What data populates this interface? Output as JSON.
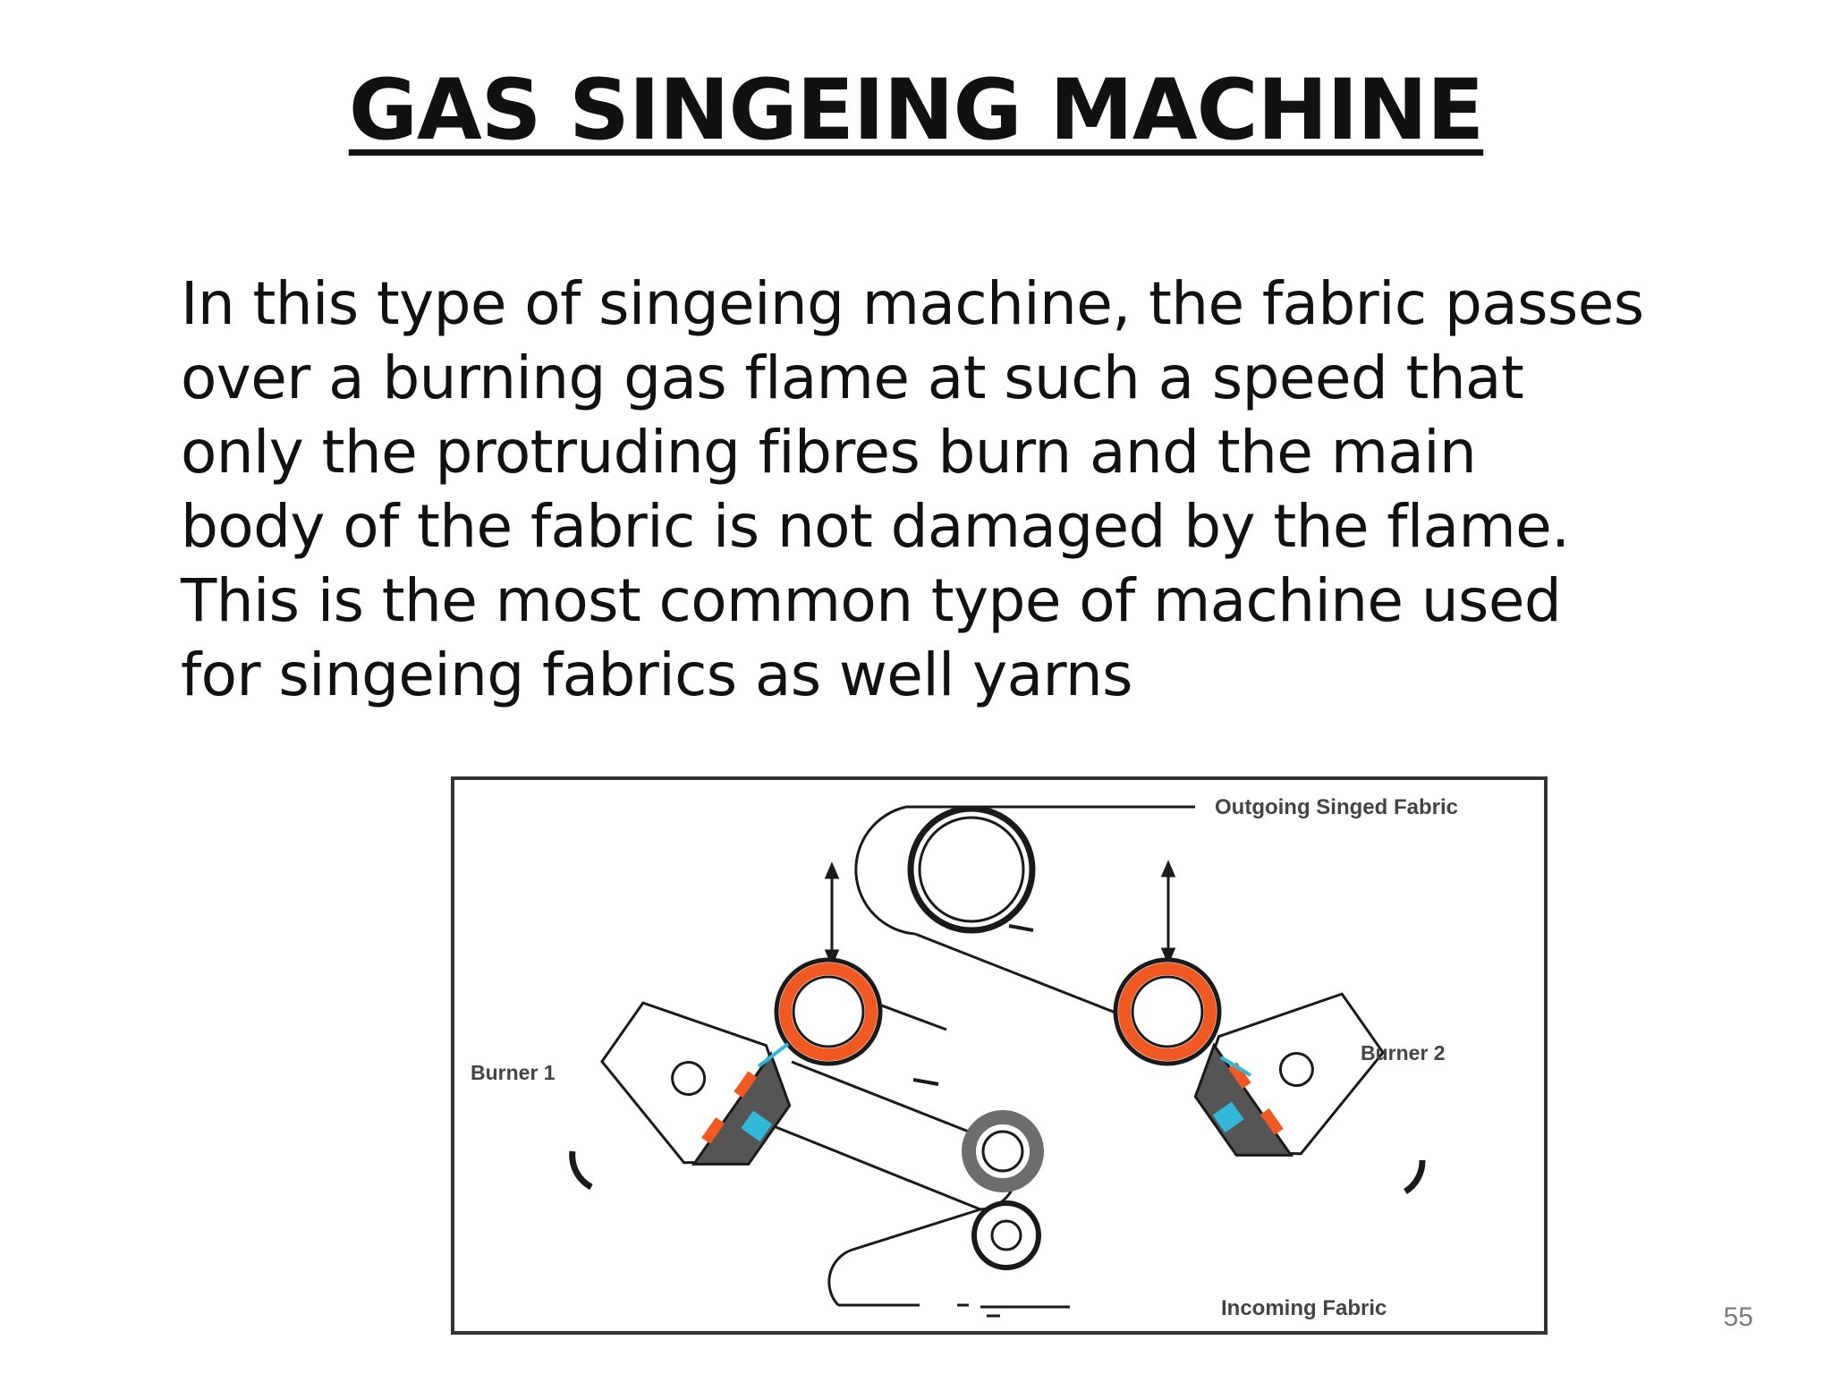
{
  "slide": {
    "title": "GAS SINGEING MACHINE",
    "body_lines": [
      "In this type of singeing machine, the fabric passes",
      "over a burning gas flame at such a speed that",
      "only the protruding fibres burn and the main",
      "body of the fabric is not damaged by the flame.",
      "This  is the most common type of machine used",
      "for singeing fabrics as well yarns"
    ],
    "page_number": "55"
  },
  "diagram": {
    "labels": {
      "outgoing": "Outgoing Singed Fabric",
      "incoming": "Incoming Fabric",
      "burner1": "Burner 1",
      "burner2": "Burner 2"
    },
    "colors": {
      "flame_roller": "#f05a22",
      "gas_jet": "#31b7d8",
      "guide_roller": "#6d6d6d",
      "outline": "#1a1a1a"
    }
  }
}
